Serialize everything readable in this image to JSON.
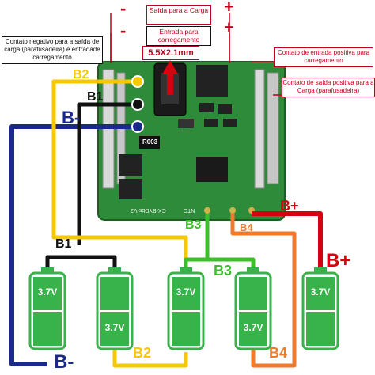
{
  "callouts": {
    "output_load": "Saída para a Carga",
    "input_charging": "Entrada para carregamento",
    "jack_size": "5.5X2.1mm",
    "neg_contact": "Contato negativo para a saída de carga (parafusadeira) e entradade carregamento",
    "pos_input_contact": "Contato de entrada positiva para carregamento",
    "pos_output_contact": "Contato de saída positiva para a Carga (parafusadeira)"
  },
  "symbols": {
    "minus": "-",
    "plus": "+"
  },
  "board": {
    "chip_label": "R003",
    "silk_text": "CX-BYDbs-V2",
    "pad_label": "NTC"
  },
  "wires": {
    "b2": "B2",
    "b1": "B1",
    "b_minus": "B-",
    "b3": "B3",
    "b4": "B4",
    "b_plus": "B+"
  },
  "batteries": {
    "voltage": "3.7V",
    "cells": [
      {
        "label": "3.7V"
      },
      {
        "label": "3.7V"
      },
      {
        "label": "3.7V"
      },
      {
        "label": "3.7V"
      },
      {
        "label": "3.7V"
      }
    ]
  },
  "colors": {
    "yellow_wire": "#f5c800",
    "black_wire": "#111111",
    "navy_wire": "#1b2a8a",
    "green_wire": "#3cbf2a",
    "orange_wire": "#f07a2a",
    "red_wire": "#d7000f",
    "battery_green": "#37b34a",
    "board_green": "#2e8b3a"
  }
}
